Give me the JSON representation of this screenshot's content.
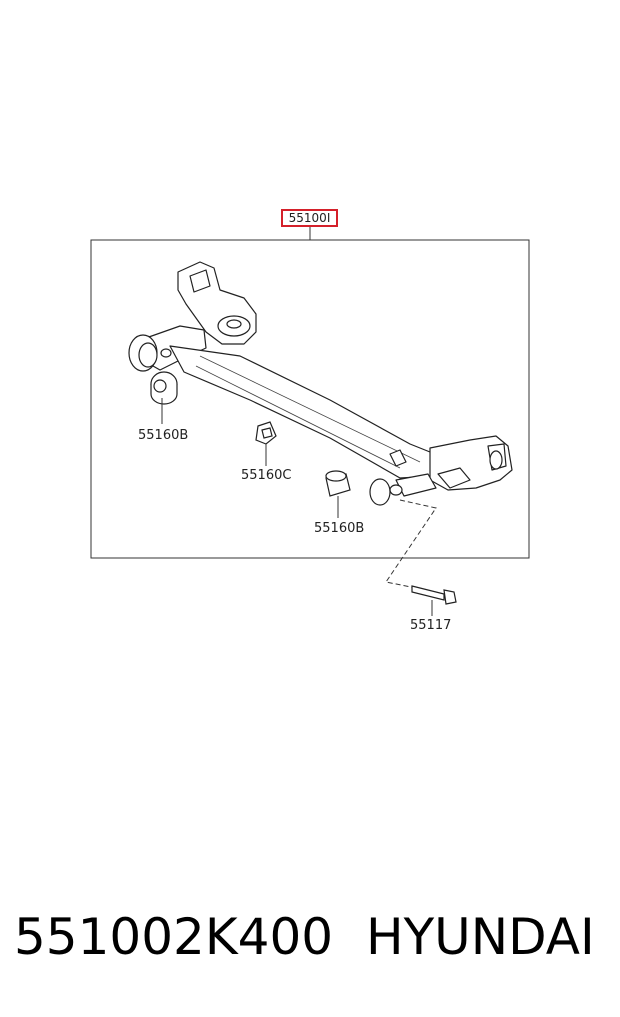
{
  "diagram": {
    "assembly_label": "55100I",
    "callouts": [
      {
        "id": "bush_left",
        "label": "55160B"
      },
      {
        "id": "stopper",
        "label": "55160C"
      },
      {
        "id": "bush_right",
        "label": "55160B"
      },
      {
        "id": "bolt",
        "label": "55117"
      }
    ],
    "highlight_color": "#d4202a"
  },
  "footer": {
    "part_number": "551002K400",
    "brand": "HYUNDAI"
  }
}
